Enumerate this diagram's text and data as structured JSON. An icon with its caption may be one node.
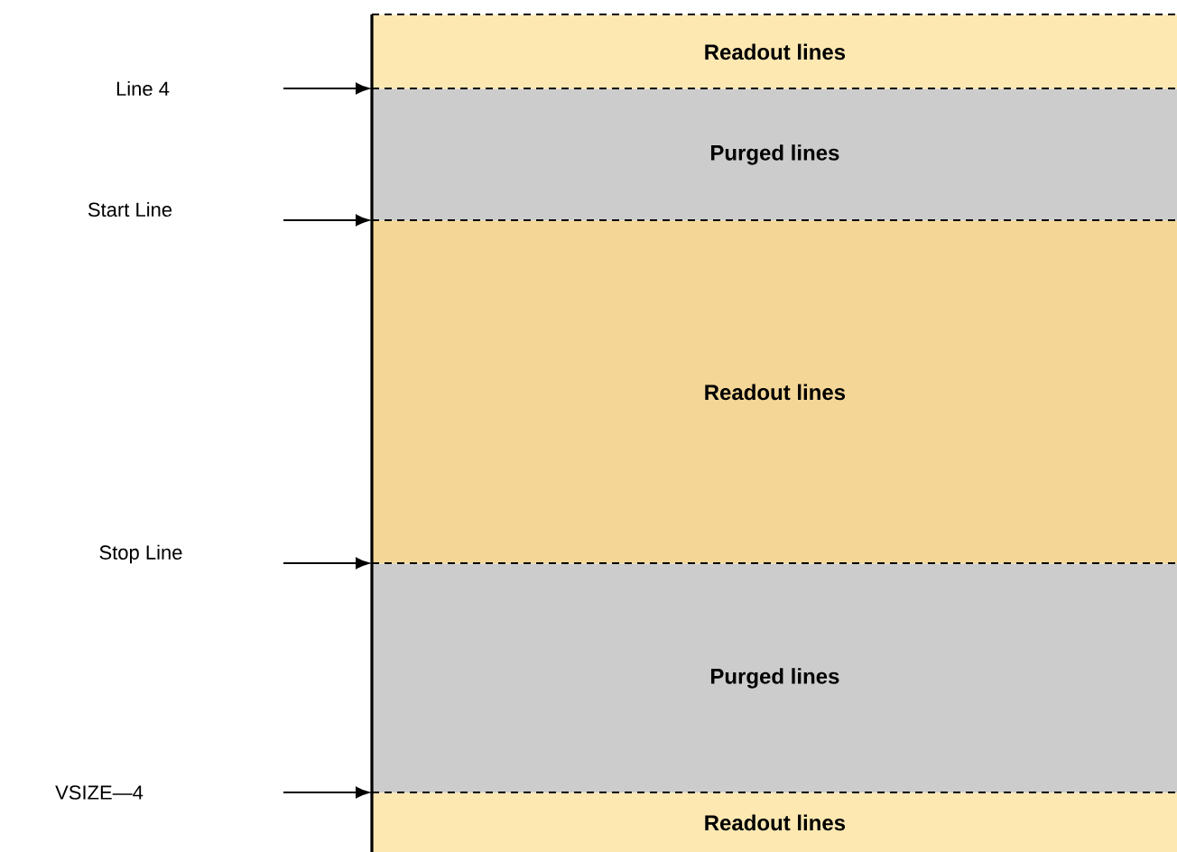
{
  "diagram": {
    "nodes": [
      {
        "text": [
          "Readout lines"
        ]
      },
      {
        "text": [
          "Purged lines"
        ]
      },
      {
        "text": [
          "Readout lines"
        ]
      },
      {
        "text": [
          "Purged lines"
        ]
      },
      {
        "text": [
          "Readout lines"
        ]
      }
    ],
    "edges": [
      {
        "from": null,
        "to": 1,
        "arrow": "to"
      },
      {
        "from": null,
        "to": 2,
        "arrow": "to"
      },
      {
        "from": null,
        "to": 3,
        "arrow": "to"
      },
      {
        "from": null,
        "to": 4,
        "arrow": "to"
      }
    ],
    "labels": [
      "Line 4",
      "Start Line",
      "Stop Line",
      "VSIZE—4"
    ]
  }
}
